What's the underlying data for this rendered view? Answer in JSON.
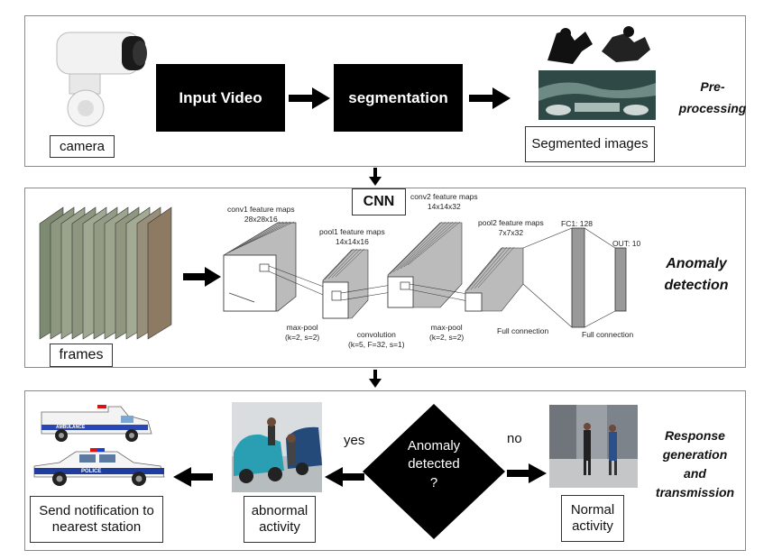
{
  "preprocessing": {
    "camera_label": "camera",
    "input_video": "Input Video",
    "segmentation": "segmentation",
    "segmented_images": "Segmented images",
    "stage_line1": "Pre-",
    "stage_line2": "processing"
  },
  "anomaly": {
    "cnn": "CNN",
    "frames_label": "frames",
    "conv1": [
      "conv1 feature maps",
      "28x28x16"
    ],
    "pool1": [
      "pool1 feature maps",
      "14x14x16"
    ],
    "conv2": [
      "conv2 feature maps",
      "14x14x32"
    ],
    "pool2": [
      "pool2 feature maps",
      "7x7x32"
    ],
    "fc1": "FC1: 128",
    "out": "OUT: 10",
    "maxpool1": [
      "max-pool",
      "(k=2, s=2)"
    ],
    "convolution": [
      "convolution",
      "(k=5, F=32, s=1)"
    ],
    "maxpool2": [
      "max-pool",
      "(k=2, s=2)"
    ],
    "full_conn1": "Full connection",
    "full_conn2": "Full connection",
    "stage_line1": "Anomaly",
    "stage_line2": "detection"
  },
  "response": {
    "decision": [
      "Anomaly",
      "detected",
      "?"
    ],
    "yes": "yes",
    "no": "no",
    "abnormal": [
      "abnormal",
      "activity"
    ],
    "normal": [
      "Normal",
      "activity"
    ],
    "notify": [
      "Send notification to",
      "nearest station"
    ],
    "stage": [
      "Response",
      "generation",
      "and",
      "transmission"
    ],
    "ambulance_text": "AMBULANCE",
    "police_text": "POLICE"
  },
  "colors": {
    "black": "#000000",
    "panel_border": "#8a8a8a"
  }
}
